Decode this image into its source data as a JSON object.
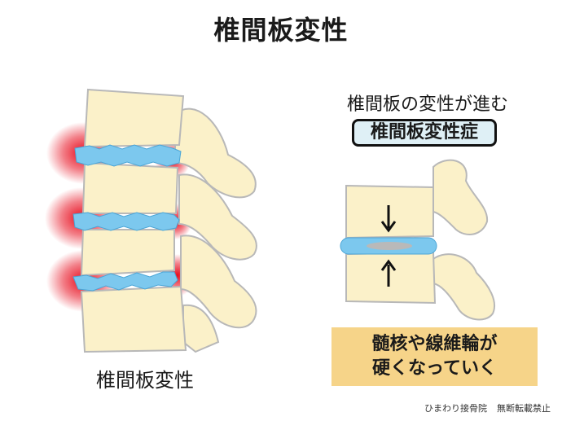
{
  "title": "椎間板変性",
  "left_caption": "椎間板変性",
  "right_heading": "椎間板の変性が進む",
  "condition_label": "椎間板変性症",
  "explanation_lines": [
    "髄核や線維輪が",
    "硬くなっていく"
  ],
  "footer": {
    "clinic": "ひまわり接骨院",
    "notice": "無断転載禁止"
  },
  "colors": {
    "bone": "#fbf1c9",
    "bone_outline": "#b8b8b8",
    "disc": "#7cc8ee",
    "inflammation": "#e60012",
    "badge_bg": "#dff0f6",
    "explain_bg": "#f6d489"
  },
  "icons": [
    "arrow-down-icon",
    "arrow-up-icon"
  ]
}
